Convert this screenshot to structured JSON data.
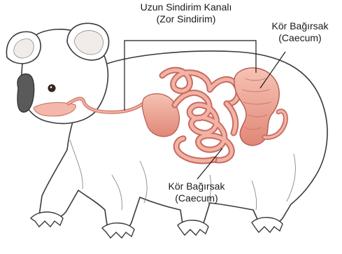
{
  "labels": {
    "long_intestine": {
      "line1": "Uzun Sindirim Kanalı",
      "line2": "(Zor Sindirim)"
    },
    "caecum_top": {
      "line1": "Kör Bağırsak",
      "line2": "(Caecum)"
    },
    "caecum_bottom": {
      "line1": "Kör Bağırsak",
      "line2": "(Caecum)"
    }
  },
  "colors": {
    "outline": "#3a3a3a",
    "fur_fill": "#ffffff",
    "ear_inner": "#f1ece9",
    "gut_pink": "#e8958a",
    "gut_light": "#f3b8a9",
    "gut_dark": "#c86a60",
    "nose": "#5a5a5a"
  }
}
